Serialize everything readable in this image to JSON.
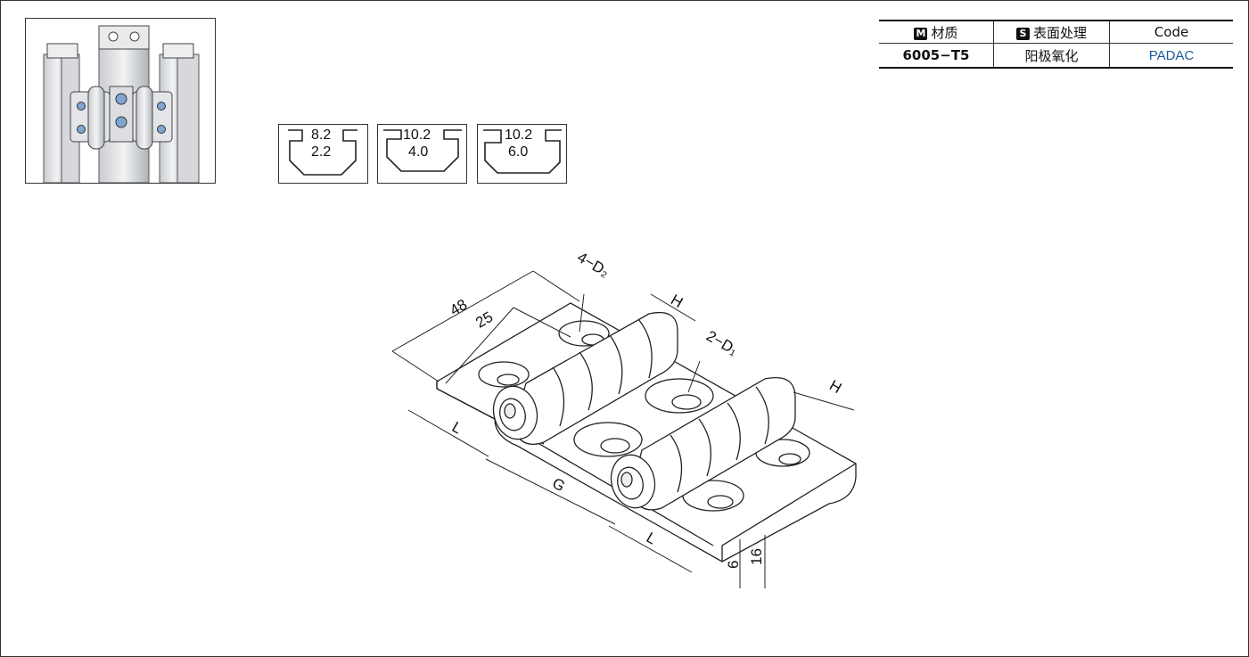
{
  "spec_table": {
    "material_label": "材质",
    "material_tag": "M",
    "surface_label": "表面处理",
    "surface_tag": "S",
    "code_label": "Code",
    "material_value": "6005−T5",
    "surface_value": "阳极氧化",
    "code_value": "PADAC"
  },
  "slots": [
    {
      "top": "8.2",
      "bottom": "2.2"
    },
    {
      "top": "10.2",
      "bottom": "4.0"
    },
    {
      "top": "10.2",
      "bottom": "6.0"
    }
  ],
  "drawing": {
    "dim_48": "48",
    "dim_25": "25",
    "dim_4d2": "4−D₂",
    "dim_h1": "H",
    "dim_2d1": "2−D₁",
    "dim_h2": "H",
    "dim_l1": "L",
    "dim_g": "G",
    "dim_l2": "L",
    "dim_6": "6",
    "dim_16": "16"
  },
  "colors": {
    "code": "#1c5a9c",
    "line": "#222222"
  }
}
